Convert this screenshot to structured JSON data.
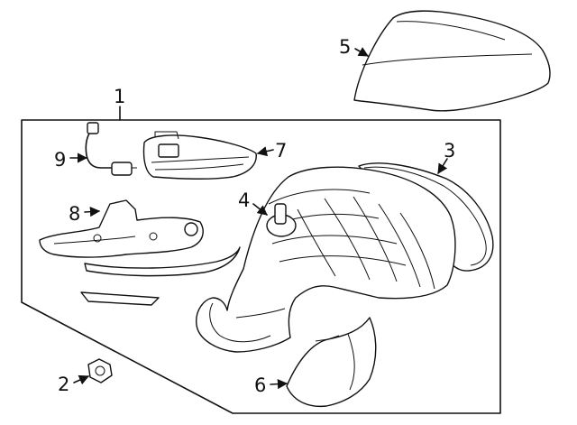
{
  "diagram": {
    "callouts": [
      {
        "id": "1",
        "label": "1"
      },
      {
        "id": "2",
        "label": "2"
      },
      {
        "id": "3",
        "label": "3"
      },
      {
        "id": "4",
        "label": "4"
      },
      {
        "id": "5",
        "label": "5"
      },
      {
        "id": "6",
        "label": "6"
      },
      {
        "id": "7",
        "label": "7"
      },
      {
        "id": "8",
        "label": "8"
      },
      {
        "id": "9",
        "label": "9"
      }
    ]
  },
  "colors": {
    "line": "#111111",
    "background": "#ffffff"
  }
}
